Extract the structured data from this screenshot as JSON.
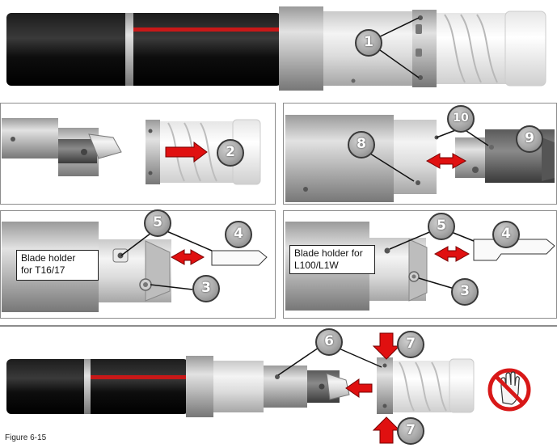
{
  "caption": "Figure 6-15",
  "callouts": {
    "top_1": "1",
    "panel_a_2": "2",
    "panel_b_8": "8",
    "panel_b_9": "9",
    "panel_b_10": "10",
    "panel_c_4": "4",
    "panel_c_5": "5",
    "panel_c_3": "3",
    "panel_d_4": "4",
    "panel_d_5": "5",
    "panel_d_3": "3",
    "bottom_6": "6",
    "bottom_7_top": "7",
    "bottom_7_bottom": "7"
  },
  "labels": {
    "blade_holder_t16": "Blade holder\nfor T16/17",
    "blade_holder_l100": "Blade holder for\nL100/L1W"
  },
  "icons": {
    "do_not_touch": "no-hand-icon",
    "arrow_color": "#e01010",
    "sign_color": "#d81818"
  }
}
